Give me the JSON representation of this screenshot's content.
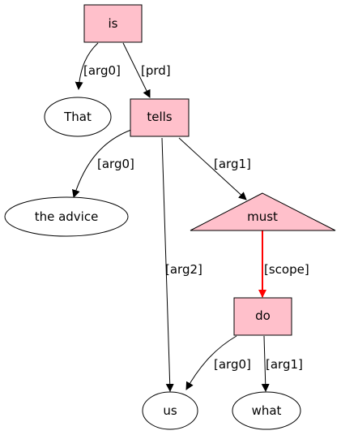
{
  "colors": {
    "node_fill": "#ffc0cb",
    "stroke": "#000000",
    "scope_edge": "#ff0000",
    "background": "#ffffff"
  },
  "nodes": {
    "is": {
      "label": "is"
    },
    "that": {
      "label": "That"
    },
    "tells": {
      "label": "tells"
    },
    "advice": {
      "label": "the advice"
    },
    "must": {
      "label": "must"
    },
    "do": {
      "label": "do"
    },
    "us": {
      "label": "us"
    },
    "what": {
      "label": "what"
    }
  },
  "edges": {
    "is_that": {
      "label": "[arg0]"
    },
    "is_tells": {
      "label": "[prd]"
    },
    "tells_advice": {
      "label": "[arg0]"
    },
    "tells_must": {
      "label": "[arg1]"
    },
    "tells_us": {
      "label": "[arg2]"
    },
    "must_do": {
      "label": "[scope]"
    },
    "do_us": {
      "label": "[arg0]"
    },
    "do_what": {
      "label": "[arg1]"
    }
  }
}
